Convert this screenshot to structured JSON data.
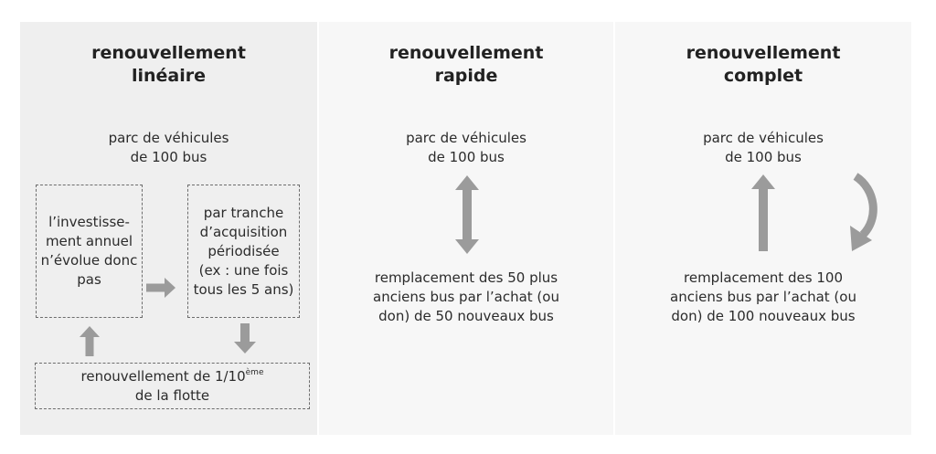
{
  "panels": [
    {
      "title": [
        "renouvellement",
        "linéaire"
      ],
      "fleet": [
        "parc de véhicules",
        "de 100 bus"
      ],
      "box_left": [
        "l’investisse-",
        "ment annuel",
        "n’évolue donc",
        "pas"
      ],
      "box_right": [
        "par tranche",
        "d’acquisition",
        "périodisée",
        "(ex : une fois",
        "tous les 5 ans)"
      ],
      "bottom": {
        "prefix": "renouvellement de 1/10",
        "sup": "ème",
        "line2": "de la flotte"
      }
    },
    {
      "title": [
        "renouvellement",
        "rapide"
      ],
      "fleet": [
        "parc de véhicules",
        "de 100 bus"
      ],
      "replacement": [
        "remplacement des 50 plus",
        "anciens bus par l’achat (ou",
        "don) de 50 nouveaux bus"
      ]
    },
    {
      "title": [
        "renouvellement",
        "complet"
      ],
      "fleet": [
        "parc de véhicules",
        "de 100 bus"
      ],
      "replacement": [
        "remplacement des 100",
        "anciens bus par l’achat (ou",
        "don) de 100 nouveaux bus"
      ]
    }
  ],
  "colors": {
    "arrow": "#9b9b9b",
    "panel_left": "#efefef",
    "panel_other": "#f7f7f7"
  }
}
